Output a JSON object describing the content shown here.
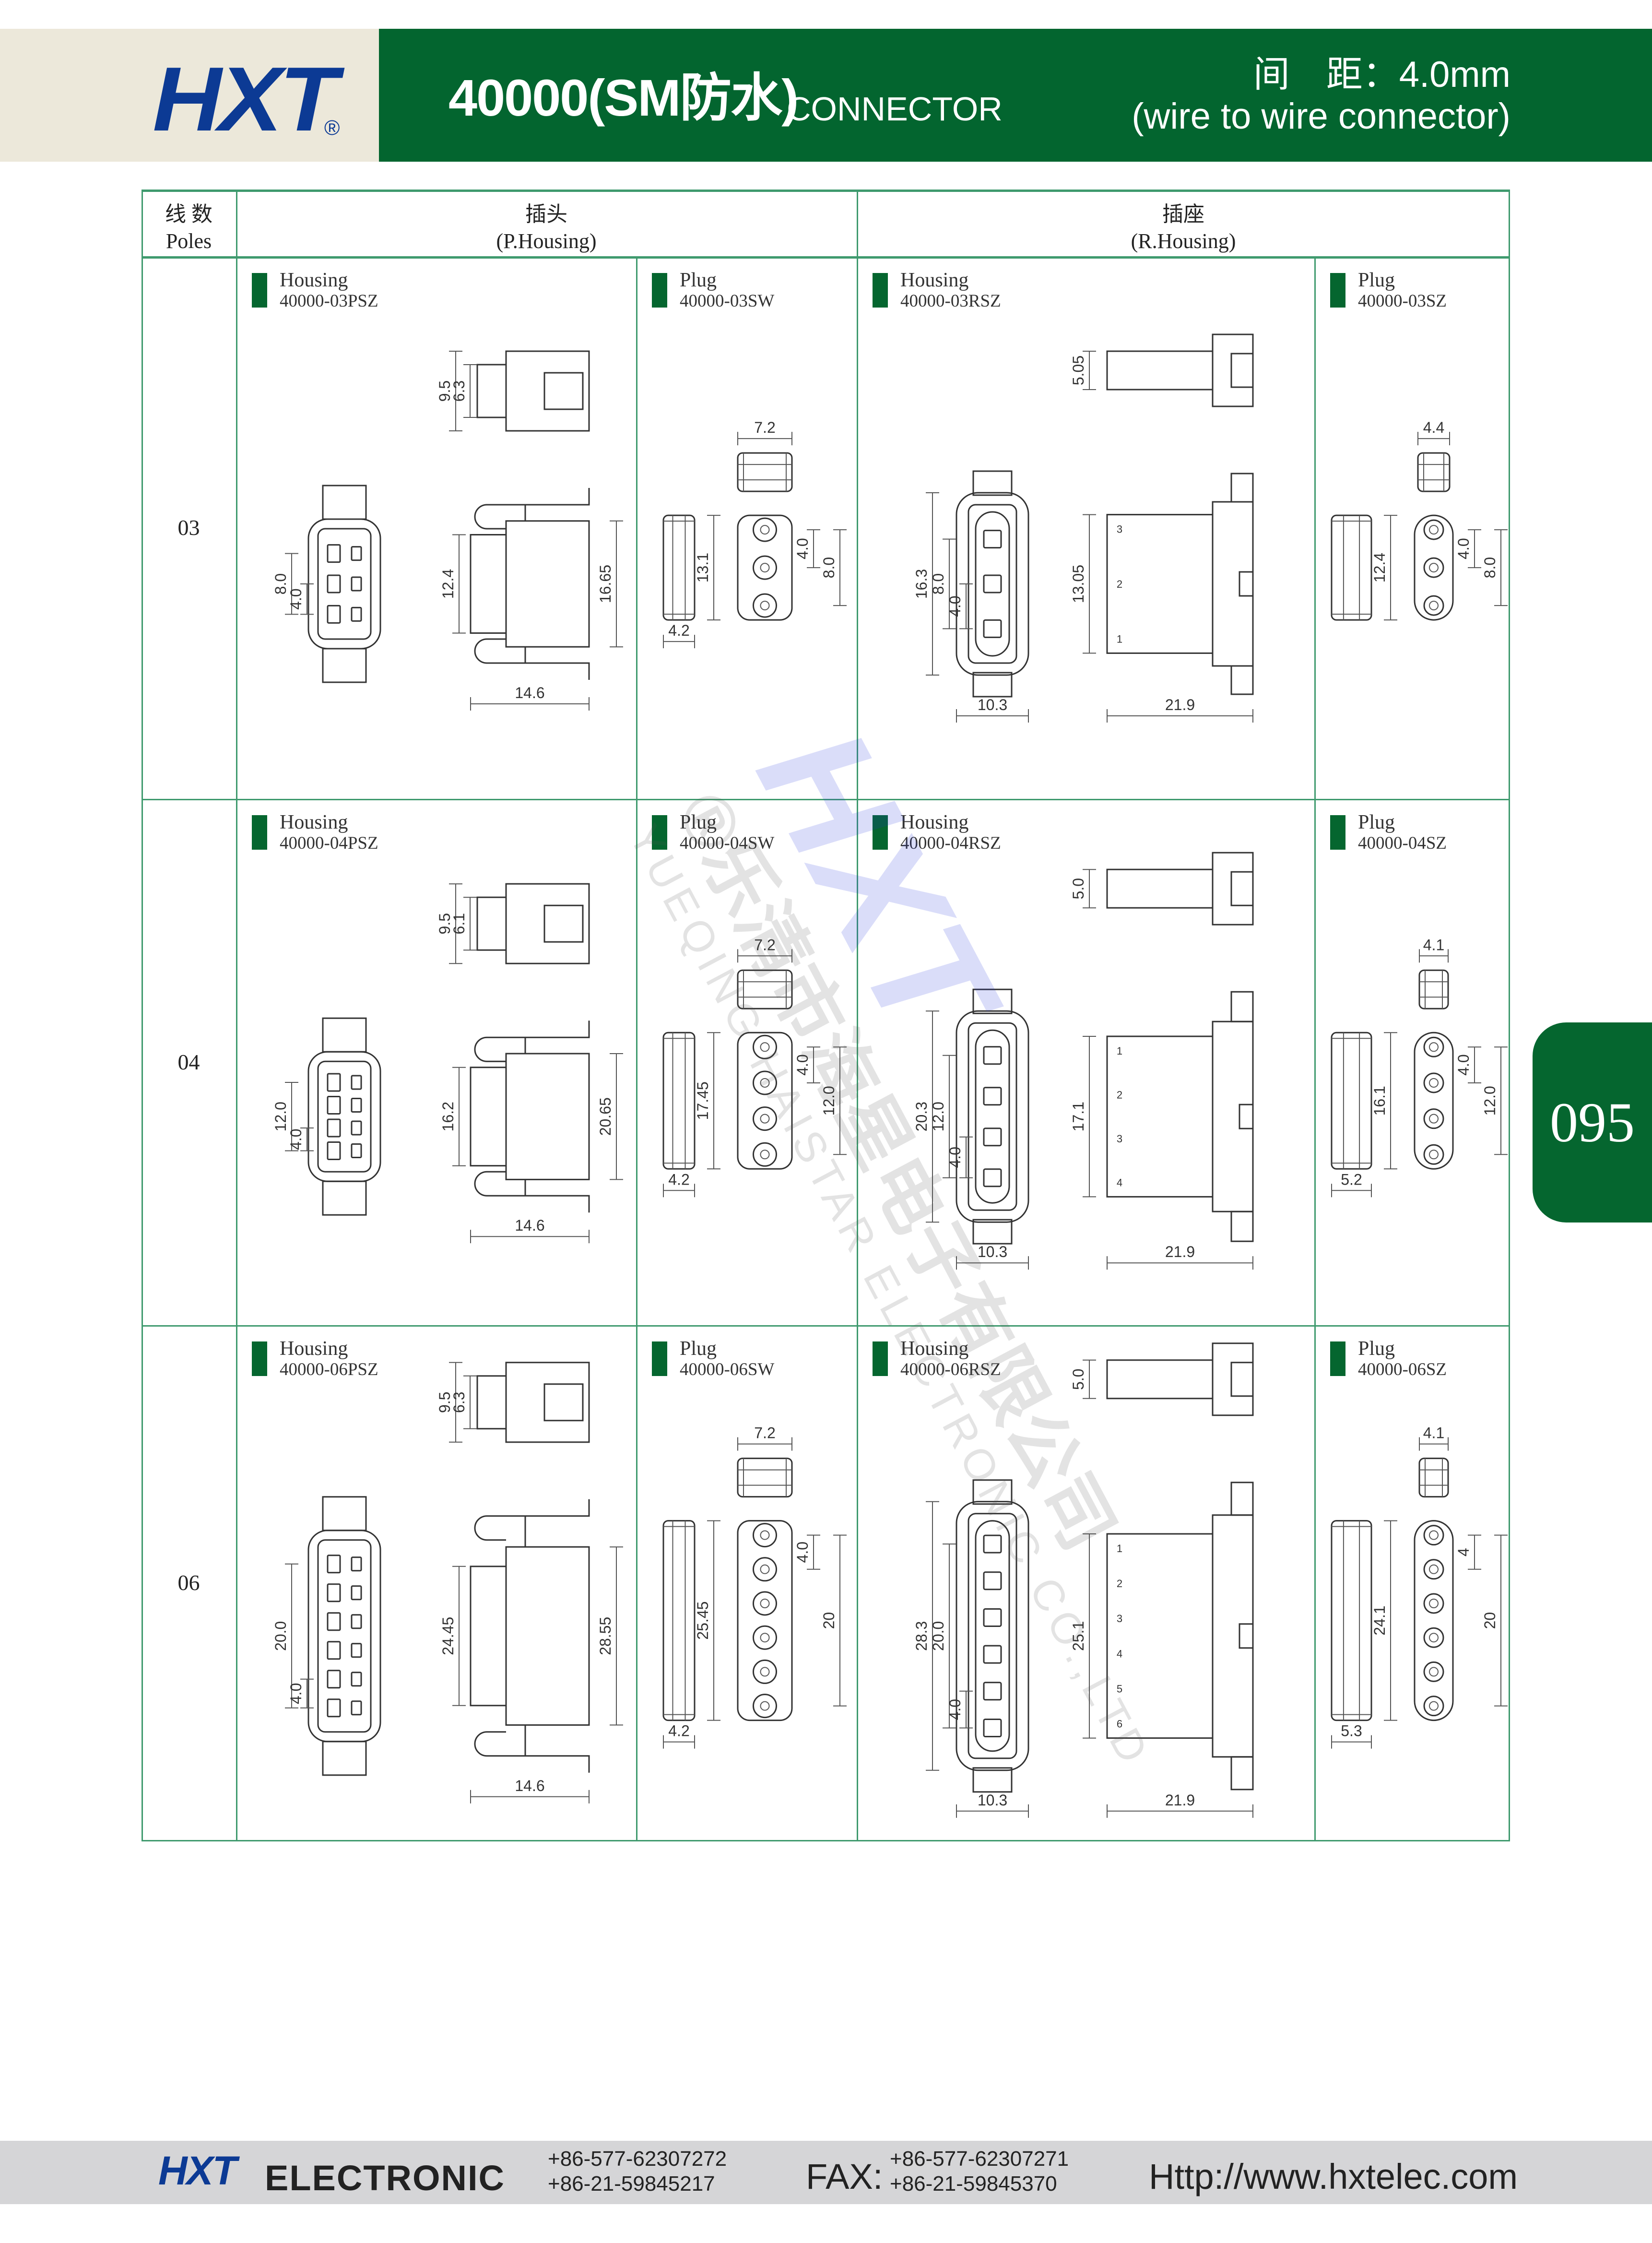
{
  "header": {
    "logo": "HXT",
    "logo_mark": "®",
    "title_main": "40000(SM防水)",
    "title_sub": "CONNECTOR",
    "pitch_cn": "间　距：",
    "pitch_value": "4.0mm",
    "pitch_desc": "(wire to wire connector)"
  },
  "table": {
    "col_poles_cn": "线 数",
    "col_poles_en": "Poles",
    "col_p_cn": "插头",
    "col_p_en": "(P.Housing)",
    "col_r_cn": "插座",
    "col_r_en": "(R.Housing)"
  },
  "rows": [
    {
      "poles": "03",
      "pins": 3,
      "cells": [
        {
          "type": "PSZ",
          "label": "Housing",
          "code": "40000-03PSZ",
          "dims": {
            "top_outer": "9.5",
            "top_inner": "6.3",
            "front_span": "8.0",
            "front_pitch": "4.0",
            "side_inner": "12.4",
            "side_outer": "16.65",
            "side_width": "14.6"
          }
        },
        {
          "type": "SW",
          "label": "Plug",
          "code": "40000-03SW",
          "dims": {
            "top_width": "7.2",
            "side_height": "13.1",
            "side_width": "4.2",
            "pitch": "4.0",
            "span": "8.0"
          }
        },
        {
          "type": "RSZ",
          "label": "Housing",
          "code": "40000-03RSZ",
          "dims": {
            "top_height": "5.05",
            "front_outer": "16.3",
            "front_span": "8.0",
            "front_pitch": "4.0",
            "front_width": "10.3",
            "side_height": "13.05",
            "side_width": "21.9",
            "pin_numbers": [
              "3",
              "2",
              "1"
            ]
          }
        },
        {
          "type": "SZ",
          "label": "Plug",
          "code": "40000-03SZ",
          "dims": {
            "top_width": "4.4",
            "side_height": "12.4",
            "pitch": "4.0",
            "span": "8.0"
          }
        }
      ]
    },
    {
      "poles": "04",
      "pins": 4,
      "cells": [
        {
          "type": "PSZ",
          "label": "Housing",
          "code": "40000-04PSZ",
          "dims": {
            "top_outer": "9.5",
            "top_inner": "6.1",
            "front_span": "12.0",
            "front_pitch": "4.0",
            "side_inner": "16.2",
            "side_outer": "20.65",
            "side_width": "14.6"
          }
        },
        {
          "type": "SW",
          "label": "Plug",
          "code": "40000-04SW",
          "dims": {
            "top_width": "7.2",
            "side_height": "17.45",
            "side_width": "4.2",
            "pitch": "4.0",
            "span": "12.0"
          }
        },
        {
          "type": "RSZ",
          "label": "Housing",
          "code": "40000-04RSZ",
          "dims": {
            "top_height": "5.0",
            "front_outer": "20.3",
            "front_span": "12.0",
            "front_pitch": "4.0",
            "front_width": "10.3",
            "side_height": "17.1",
            "side_width": "21.9",
            "pin_numbers": [
              "1",
              "2",
              "3",
              "4"
            ]
          }
        },
        {
          "type": "SZ",
          "label": "Plug",
          "code": "40000-04SZ",
          "dims": {
            "top_width": "4.1",
            "side_height": "16.1",
            "side_width": "5.2",
            "pitch": "4.0",
            "span": "12.0"
          }
        }
      ]
    },
    {
      "poles": "06",
      "pins": 6,
      "cells": [
        {
          "type": "PSZ",
          "label": "Housing",
          "code": "40000-06PSZ",
          "dims": {
            "top_outer": "9.5",
            "top_inner": "6.3",
            "front_span": "20.0",
            "front_pitch": "4.0",
            "side_inner": "24.45",
            "side_outer": "28.55",
            "side_width": "14.6"
          }
        },
        {
          "type": "SW",
          "label": "Plug",
          "code": "40000-06SW",
          "dims": {
            "top_width": "7.2",
            "side_height": "25.45",
            "side_width": "4.2",
            "pitch": "4.0",
            "span": "20"
          }
        },
        {
          "type": "RSZ",
          "label": "Housing",
          "code": "40000-06RSZ",
          "dims": {
            "top_height": "5.0",
            "front_outer": "28.3",
            "front_span": "20.0",
            "front_pitch": "4.0",
            "front_width": "10.3",
            "side_height": "25.1",
            "side_width": "21.9",
            "pin_numbers": [
              "1",
              "2",
              "3",
              "4",
              "5",
              "6"
            ]
          }
        },
        {
          "type": "SZ",
          "label": "Plug",
          "code": "40000-06SZ",
          "dims": {
            "top_width": "4.1",
            "side_height": "24.1",
            "side_width": "5.3",
            "pitch": "4",
            "span": "20"
          }
        }
      ]
    }
  ],
  "page_number": "095",
  "watermark": {
    "logo": "HXT",
    "company_cn": "®乐清市海星电子有限公司",
    "company_en": "YUEQING HAISTAR ELECTRONIC CO.,LTD"
  },
  "footer": {
    "logo": "HXT",
    "brand": "ELECTRONIC",
    "tel_1": "+86-577-62307272",
    "tel_2": "+86-21-59845217",
    "fax_label": "FAX:",
    "fax_1": "+86-577-62307271",
    "fax_2": "+86-21-59845370",
    "url": "Http://www.hxtelec.com"
  },
  "colors": {
    "brand_green": "#03652f",
    "logo_blue": "#0c3a94",
    "header_beige": "#ece8da",
    "grid_green": "#3f9a6e",
    "footer_gray": "#d5d5d7"
  }
}
